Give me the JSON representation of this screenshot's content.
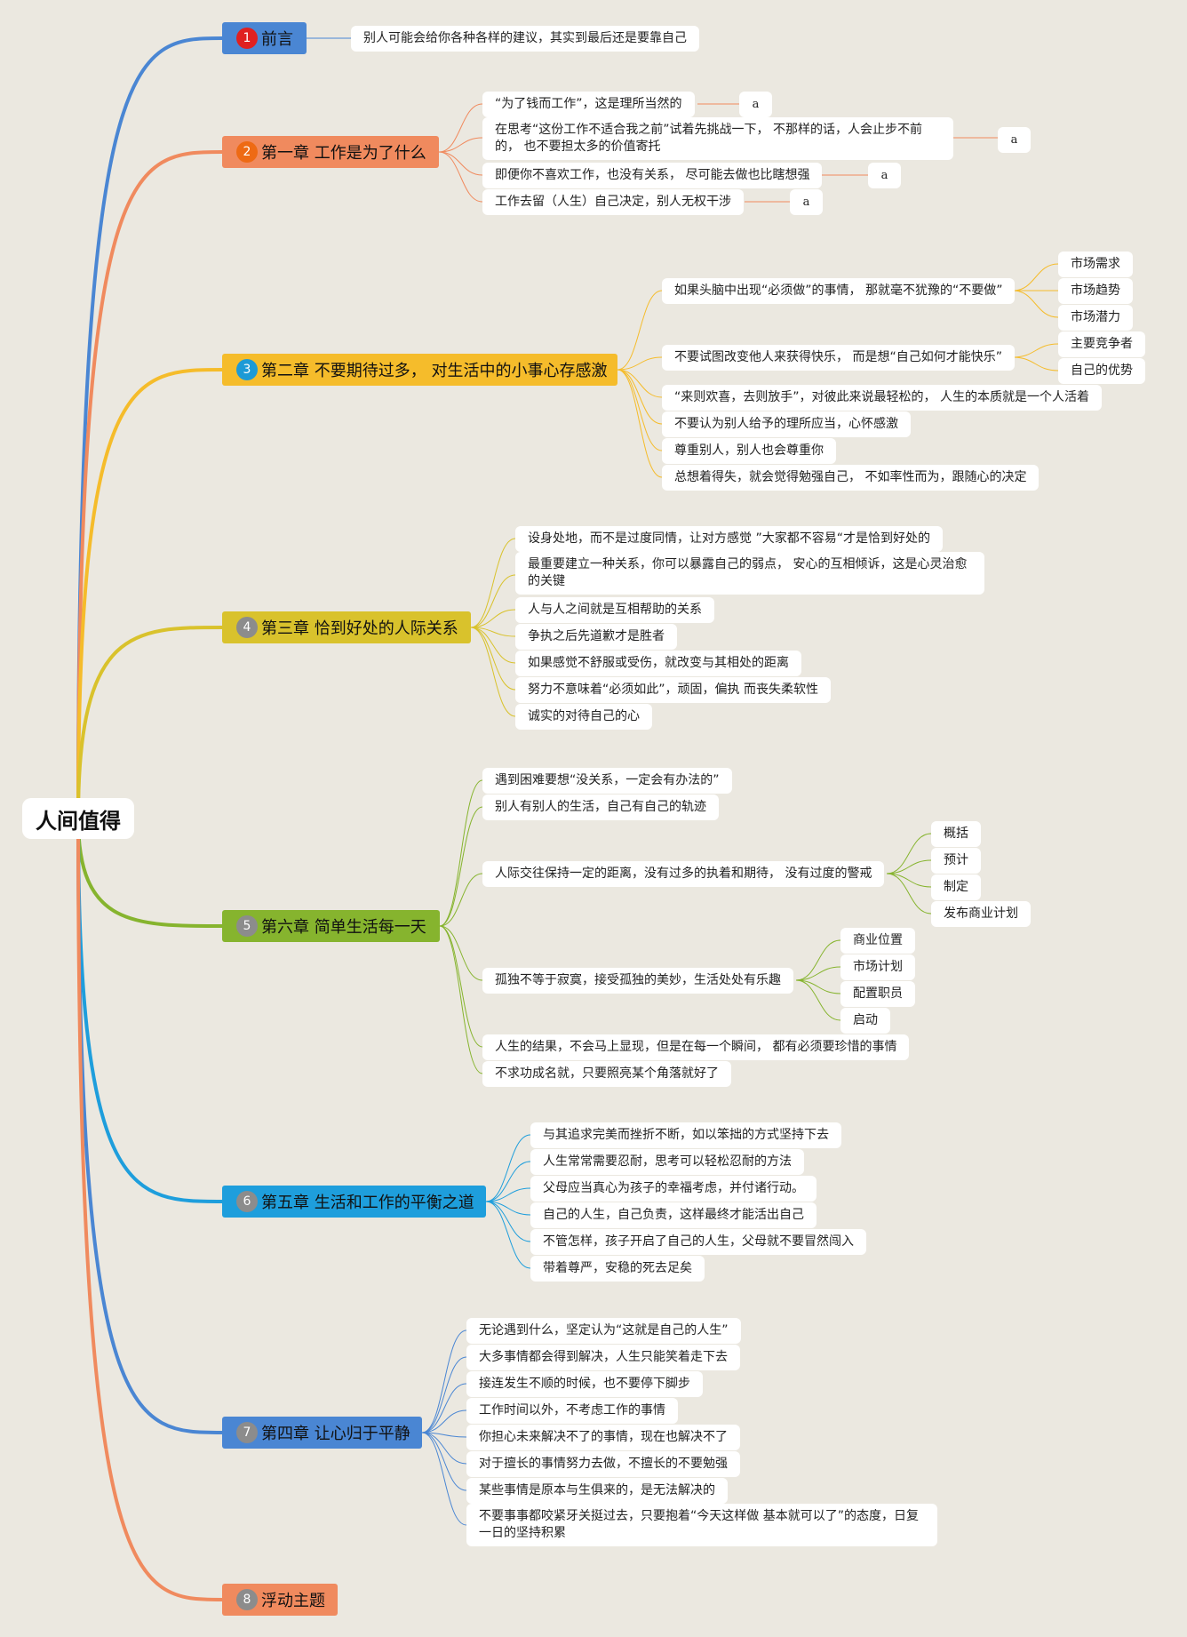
{
  "root": {
    "label": "人间值得"
  },
  "branches": {
    "c1": {
      "label": "前言",
      "num": "1",
      "color": "#4a86d3",
      "leaves": [
        "别人可能会给你各种各样的建议，其实到最后还是要靠自己"
      ]
    },
    "c2": {
      "label": "第一章 工作是为了什么",
      "num": "2",
      "color": "#f08a5e",
      "leaves": [
        "“为了钱而工作”，这是理所当然的",
        "在思考“这份工作不适合我之前”试着先挑战一下， 不那样的话，人会止步不前的， 也不要担太多的价值寄托",
        "即便你不喜欢工作，也没有关系， 尽可能去做也比瞎想强",
        "工作去留（人生）自己决定，别人无权干涉"
      ],
      "sub": [
        "a",
        "a",
        "a",
        "a"
      ]
    },
    "c3": {
      "label": "第二章 不要期待过多， 对生活中的小事心存感激",
      "num": "3",
      "color": "#f5bc2b",
      "leaves": [
        "如果头脑中出现“必须做”的事情， 那就毫不犹豫的“不要做”",
        "不要试图改变他人来获得快乐， 而是想“自己如何才能快乐”",
        "“来则欢喜，去则放手”，对彼此来说最轻松的， 人生的本质就是一个人活着",
        "不要认为别人给予的理所应当，心怀感激",
        "尊重别人，别人也会尊重你",
        "总想着得失，就会觉得勉强自己， 不如率性而为，跟随心的决定"
      ],
      "sub1": [
        "市场需求",
        "市场趋势",
        "市场潜力"
      ],
      "sub2": [
        "主要竞争者",
        "自己的优势"
      ]
    },
    "c4": {
      "label": "第三章 恰到好处的人际关系",
      "num": "4",
      "color": "#d9c22c",
      "leaves": [
        "设身处地，而不是过度同情，让对方感觉 ”大家都不容易“才是恰到好处的",
        "最重要建立一种关系，你可以暴露自己的弱点， 安心的互相倾诉，这是心灵治愈的关键",
        "人与人之间就是互相帮助的关系",
        "争执之后先道歉才是胜者",
        "如果感觉不舒服或受伤，就改变与其相处的距离",
        "努力不意味着“必须如此”，顽固，偏执 而丧失柔软性",
        "诚实的对待自己的心"
      ]
    },
    "c6": {
      "label": "第六章 简单生活每一天",
      "num": "5",
      "color": "#86b42e",
      "leaves": [
        "遇到困难要想“没关系，一定会有办法的”",
        "别人有别人的生活，自己有自己的轨迹",
        "人际交往保持一定的距离，没有过多的执着和期待， 没有过度的警戒",
        "孤独不等于寂寞，接受孤独的美妙，生活处处有乐趣",
        "人生的结果，不会马上显现，但是在每一个瞬间， 都有必须要珍惜的事情",
        "不求功成名就，只要照亮某个角落就好了"
      ],
      "sub1": [
        "概括",
        "预计",
        "制定",
        "发布商业计划"
      ],
      "sub2": [
        "商业位置",
        "市场计划",
        "配置职员",
        "启动"
      ]
    },
    "c5": {
      "label": "第五章 生活和工作的平衡之道",
      "num": "6",
      "color": "#1e9edc",
      "leaves": [
        "与其追求完美而挫折不断，如以笨拙的方式坚持下去",
        "人生常常需要忍耐，思考可以轻松忍耐的方法",
        "父母应当真心为孩子的幸福考虑，并付诸行动。",
        "自己的人生，自己负责，这样最终才能活出自己",
        "不管怎样，孩子开启了自己的人生，父母就不要冒然闯入",
        "带着尊严，安稳的死去足矣"
      ]
    },
    "c7": {
      "label": "第四章 让心归于平静",
      "num": "7",
      "color": "#4a86d3",
      "leaves": [
        "无论遇到什么，坚定认为“这就是自己的人生”",
        "大多事情都会得到解决，人生只能笑着走下去",
        "接连发生不顺的时候，也不要停下脚步",
        "工作时间以外，不考虑工作的事情",
        "你担心未来解决不了的事情，现在也解决不了",
        "对于擅长的事情努力去做，不擅长的不要勉强",
        "某些事情是原本与生俱来的，是无法解决的",
        "不要事事都咬紧牙关挺过去，只要抱着“今天这样做 基本就可以了”的态度，日复一日的坚持积累"
      ]
    },
    "c8": {
      "label": "浮动主题",
      "num": "8",
      "color": "#f08a5e"
    }
  }
}
